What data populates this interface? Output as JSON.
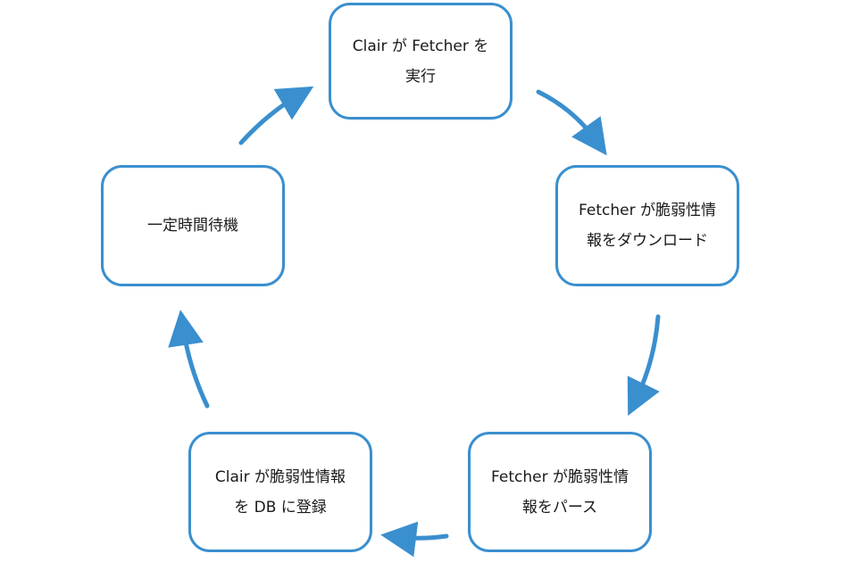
{
  "diagram": {
    "type": "cycle",
    "accent_color": "#3a8fce",
    "steps": [
      {
        "line1": "Clair が Fetcher を",
        "line2": "実行"
      },
      {
        "line1": "Fetcher が脆弱性情",
        "line2": "報をダウンロード"
      },
      {
        "line1": "Fetcher が脆弱性情",
        "line2": "報をパース"
      },
      {
        "line1": "Clair が脆弱性情報",
        "line2": "を DB に登録"
      },
      {
        "line1": "一定時間待機",
        "line2": ""
      }
    ]
  }
}
